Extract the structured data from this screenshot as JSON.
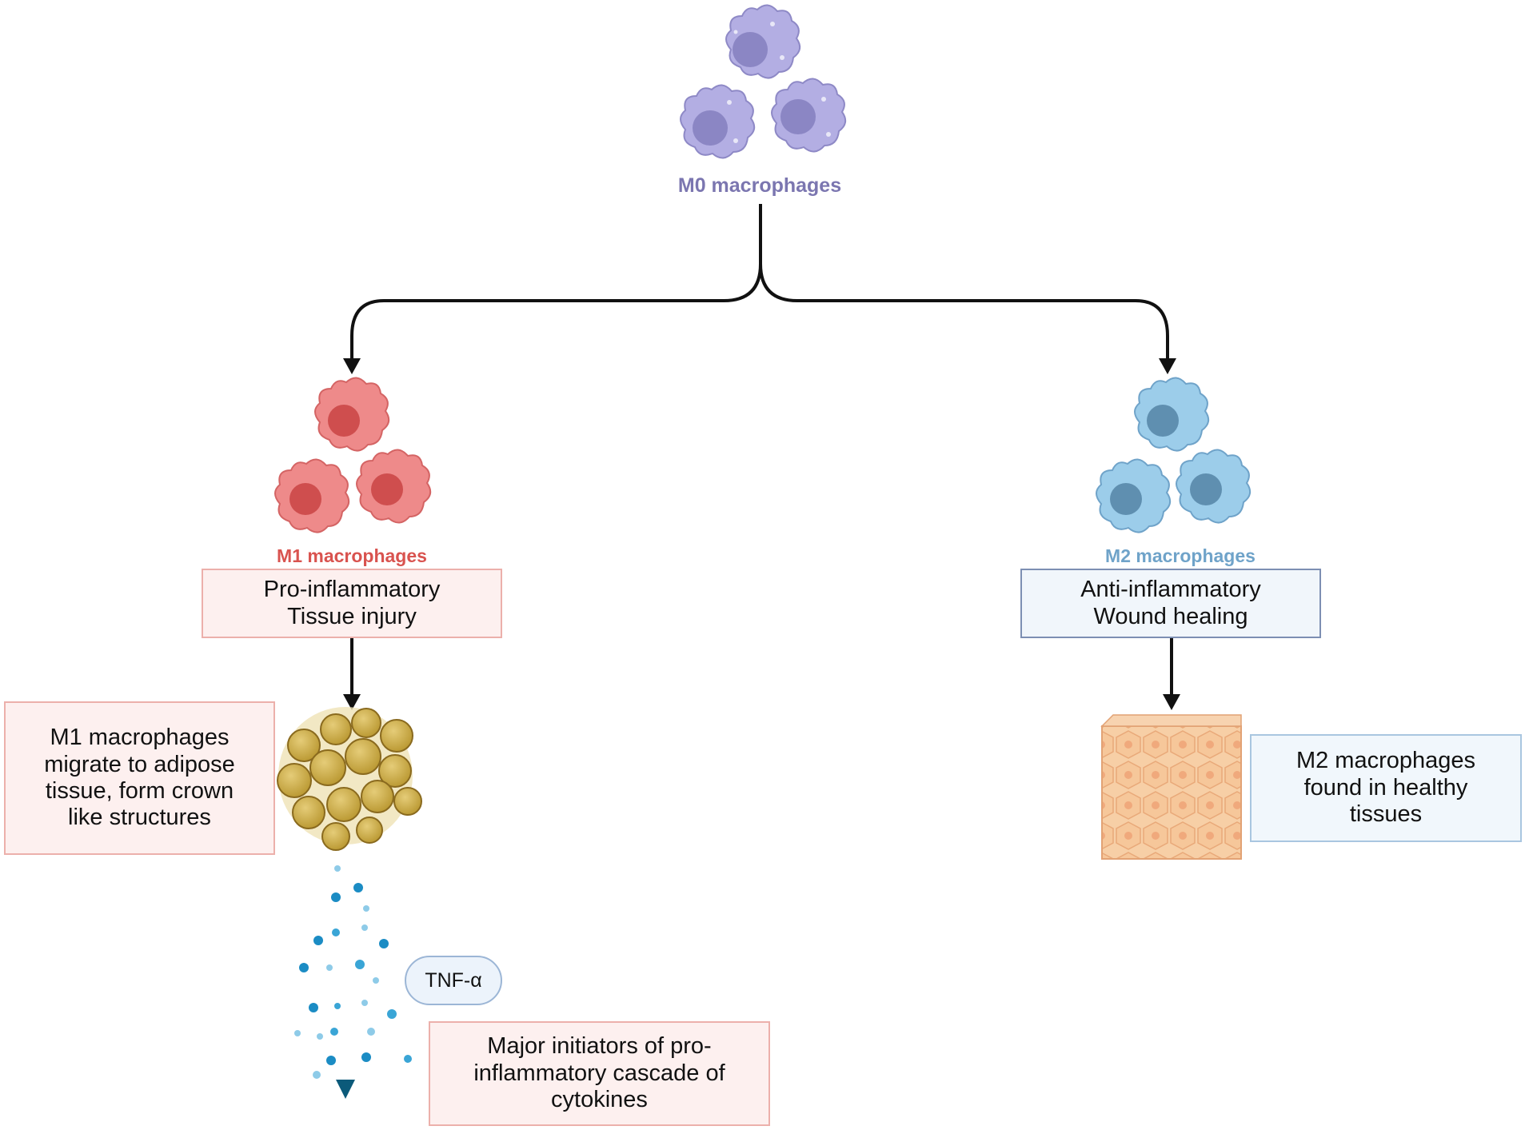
{
  "nodes": {
    "m0": {
      "label": "M0 macrophages",
      "color": "#7b76b0"
    },
    "m1": {
      "label": "M1 macrophages",
      "color": "#d9534f",
      "box_lines": [
        "Pro-inflammatory",
        "Tissue injury"
      ]
    },
    "m2": {
      "label": "M2 macrophages",
      "color": "#6fa3c9",
      "box_lines": [
        "Anti-inflammatory",
        "Wound healing"
      ]
    },
    "adipose_note": {
      "lines": [
        "M1 macrophages",
        "migrate to adipose",
        "tissue, form crown",
        "like structures"
      ]
    },
    "healthy_note": {
      "lines": [
        "M2 macrophages",
        "found in healthy",
        "tissues"
      ]
    },
    "cytokine": {
      "label": "TNF-α"
    },
    "cascade_note": {
      "lines": [
        "Major initiators of pro-",
        "inflammatory cascade of",
        "cytokines"
      ]
    }
  },
  "icons": {
    "m0_cells": "macrophage-cell-icon",
    "m1_cells": "macrophage-cell-icon",
    "m2_cells": "macrophage-cell-icon",
    "adipose": "adipose-tissue-icon",
    "tissue": "healthy-tissue-icon",
    "cytokines": "cytokine-dots-icon"
  },
  "colors": {
    "m0_cell": "#b3aee3",
    "m1_cell": "#ee8a8a",
    "m2_cell": "#9ccdea",
    "arrow": "#111111",
    "cytokine_arrow": "#0b5a7a"
  }
}
